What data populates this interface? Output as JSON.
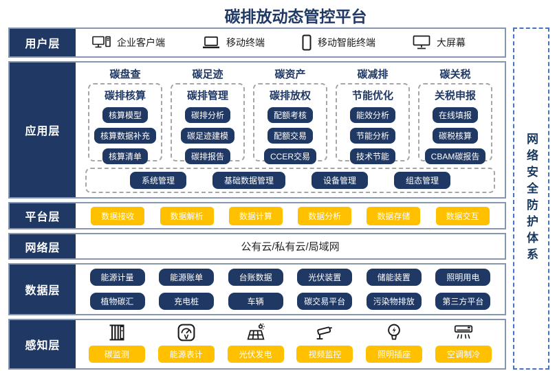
{
  "title": "碳排放动态管控平台",
  "colors": {
    "navy": "#1F3864",
    "yellow": "#FFC000",
    "row_border": "#8496B0",
    "dashed_gray": "#A6A6A6",
    "security_border": "#4472C4"
  },
  "security_sidebar": {
    "label": "网络安全防护体系"
  },
  "layers": {
    "user": {
      "label": "用户层",
      "items": [
        {
          "icon": "desktop-pc-icon",
          "label": "企业客户端"
        },
        {
          "icon": "laptop-icon",
          "label": "移动终端"
        },
        {
          "icon": "smartphone-icon",
          "label": "移动智能终端"
        },
        {
          "icon": "monitor-icon",
          "label": "大屏幕"
        }
      ]
    },
    "application": {
      "label": "应用层",
      "columns": [
        {
          "header": "碳盘查",
          "subheader": "碳排核算",
          "buttons": [
            "核算模型",
            "核算数据补充",
            "核算清单"
          ]
        },
        {
          "header": "碳足迹",
          "subheader": "碳排管理",
          "buttons": [
            "碳排分析",
            "碳足迹建模",
            "碳排报告"
          ]
        },
        {
          "header": "碳资产",
          "subheader": "碳排放权",
          "buttons": [
            "配额考核",
            "配额交易",
            "CCER交易"
          ]
        },
        {
          "header": "碳减排",
          "subheader": "节能优化",
          "buttons": [
            "能效分析",
            "节能分析",
            "技术节能"
          ]
        },
        {
          "header": "碳关税",
          "subheader": "关税申报",
          "buttons": [
            "在线填报",
            "碳税核算",
            "CBAM碳报告"
          ]
        }
      ],
      "common_buttons": [
        "系统管理",
        "基础数据管理",
        "设备管理",
        "组态管理"
      ]
    },
    "platform": {
      "label": "平台层",
      "buttons": [
        "数据接收",
        "数据解析",
        "数据计算",
        "数据分析",
        "数据存储",
        "数据交互"
      ]
    },
    "network": {
      "label": "网络层",
      "text": "公有云/私有云/局域网"
    },
    "data": {
      "label": "数据层",
      "rows": [
        [
          "能源计量",
          "能源账单",
          "台账数据",
          "光伏装置",
          "储能装置",
          "照明用电"
        ],
        [
          "植物碳汇",
          "充电桩",
          "车辆",
          "碳交易平台",
          "污染物排放",
          "第三方平台"
        ]
      ]
    },
    "perception": {
      "label": "感知层",
      "items": [
        {
          "icon": "carbon-monitor-icon",
          "label": "碳监测"
        },
        {
          "icon": "energy-meter-icon",
          "label": "能源表计"
        },
        {
          "icon": "solar-panel-icon",
          "label": "光伏发电"
        },
        {
          "icon": "cctv-camera-icon",
          "label": "视频监控"
        },
        {
          "icon": "light-bulb-icon",
          "label": "照明插座"
        },
        {
          "icon": "air-conditioner-icon",
          "label": "空调制冷"
        }
      ]
    }
  }
}
